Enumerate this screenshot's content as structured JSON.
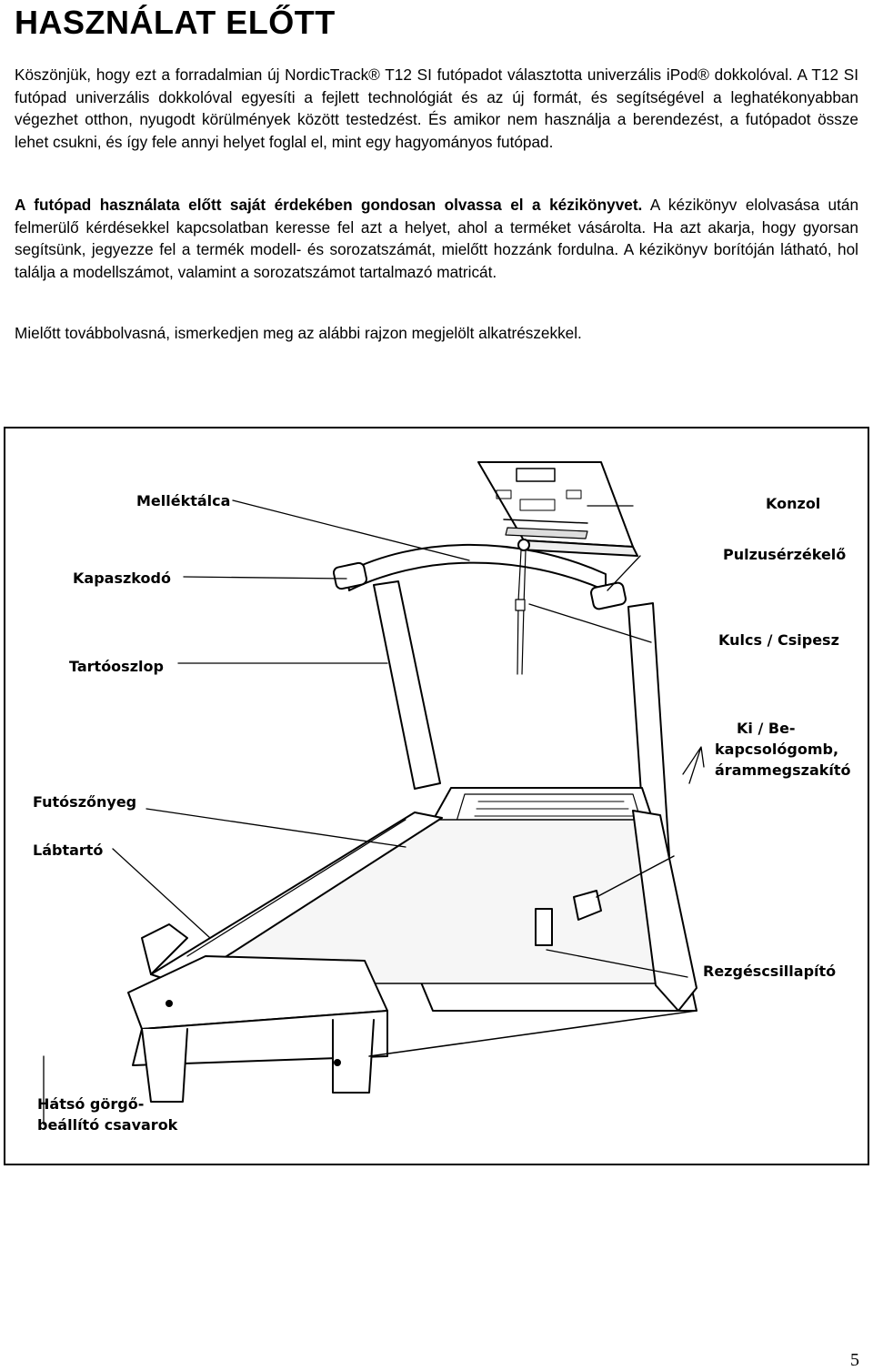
{
  "page": {
    "title": "HASZNÁLAT ELŐTT",
    "paragraph1": "Köszönjük, hogy ezt a forradalmian új NordicTrack® T12 SI futópadot választotta univerzális iPod® dokkolóval. A T12 SI futópad univerzális dokkolóval egyesíti a fejlett technológiát és az új formát, és segítségével a leghatékonyabban végezhet otthon, nyugodt körülmények között testedzést. És amikor nem használja a berendezést, a futópadot össze lehet csukni, és így fele annyi helyet foglal el, mint egy hagyományos futópad.",
    "paragraph2_bold": "A futópad használata előtt saját érdekében gondosan olvassa el a kézikönyvet.",
    "paragraph2_rest": " A kézikönyv elolvasása után felmerülő kérdésekkel kapcsolatban keresse fel azt a helyet, ahol a terméket vásárolta. Ha azt akarja, hogy gyorsan segítsünk, jegyezze fel a termék modell- és sorozatszámát, mielőtt hozzánk fordulna. A kézikönyv borítóján látható, hol találja a modellszámot, valamint a sorozatszámot tartalmazó matricát.",
    "paragraph3": "Mielőtt továbbolvasná, ismerkedjen meg az alábbi rajzon megjelölt alkatrészekkel.",
    "page_number": "5"
  },
  "figure": {
    "labels": {
      "accessory_tray": "Melléktálca",
      "handrail": "Kapaszkodó",
      "upright": "Tartóoszlop",
      "walking_belt": "Futószőnyeg",
      "foot_rail": "Lábtartó",
      "rear_roller_line1": "Hátsó görgő-",
      "rear_roller_line2": "beállító csavarok",
      "console": "Konzol",
      "pulse_sensor": "Pulzusérzékelő",
      "key_clip": "Kulcs / Csipesz",
      "power_line1": "Ki / Be-",
      "power_line2": "kapcsológomb,",
      "power_line3": "árammegszakító",
      "shock_absorber": "Rezgéscsillapító"
    }
  }
}
